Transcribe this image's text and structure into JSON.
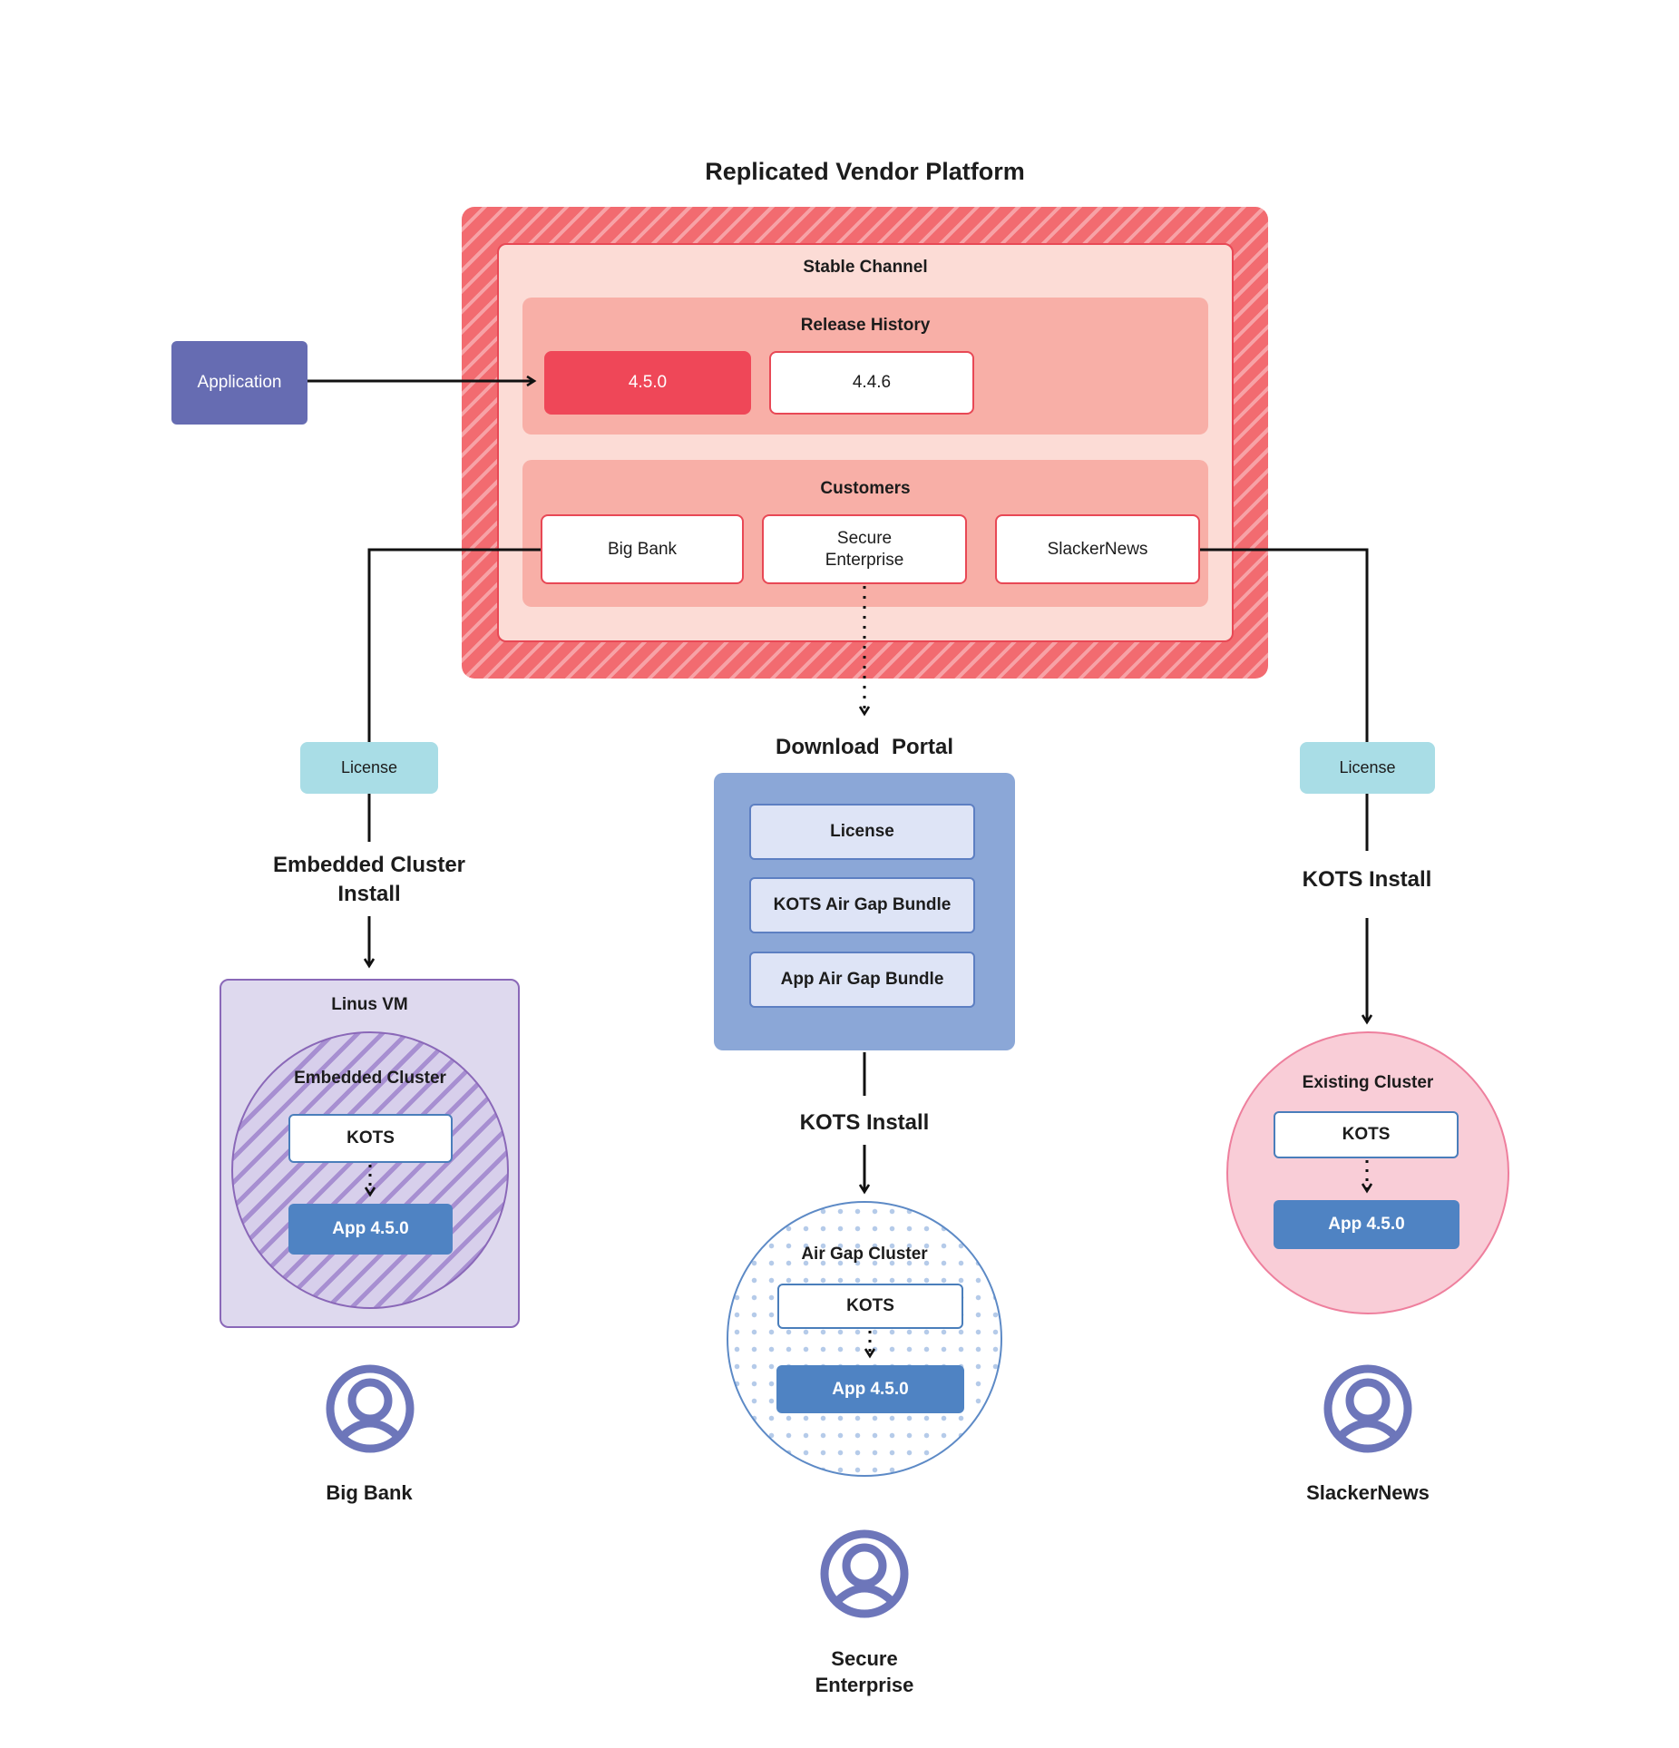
{
  "title": "Replicated Vendor Platform",
  "platform": {
    "stable_channel_label": "Stable Channel",
    "release_history_label": "Release History",
    "releases": [
      {
        "version": "4.5.0"
      },
      {
        "version": "4.4.6"
      }
    ],
    "customers_label": "Customers",
    "customers": [
      "Big Bank",
      "Secure Enterprise",
      "SlackerNews"
    ]
  },
  "application_label": "Application",
  "download_portal": {
    "title": "Download  Portal",
    "items": [
      "License",
      "KOTS Air Gap Bundle",
      "App Air Gap Bundle"
    ]
  },
  "left_flow": {
    "license_label": "License",
    "install_label": "Embedded Cluster Install",
    "vm_label": "Linus VM",
    "cluster_label": "Embedded Cluster",
    "kots_label": "KOTS",
    "app_label": "App 4.5.0",
    "persona_label": "Big Bank"
  },
  "middle_flow": {
    "install_label": "KOTS Install",
    "cluster_label": "Air Gap Cluster",
    "kots_label": "KOTS",
    "app_label": "App 4.5.0",
    "persona_label": "Secure Enterprise"
  },
  "right_flow": {
    "license_label": "License",
    "install_label": "KOTS Install",
    "cluster_label": "Existing Cluster",
    "kots_label": "KOTS",
    "app_label": "App 4.5.0",
    "persona_label": "SlackerNews"
  },
  "colors": {
    "platform_hatch_base": "#f26b70",
    "platform_hatch_stripe": "#f7a2a6",
    "stable_channel_fill": "#fcdcd6",
    "panel_fill": "#f8afa7",
    "red_border": "#e84855",
    "current_release_fill": "#ef4758",
    "application_fill": "#666cb2",
    "license_fill": "#a9dde6",
    "portal_fill": "#8ba7d7",
    "portal_item_fill": "#dee4f6",
    "portal_item_border": "#5d7fc2",
    "vm_fill": "#ded9ee",
    "purple_border": "#8a68b8",
    "purple_hatch": "#a78fd1",
    "airgap_border": "#5d8ac6",
    "airgap_dot": "#b5cbe9",
    "existing_fill": "#f9cdd7",
    "existing_border": "#ee7f9d",
    "app_node_fill": "#4f83c3",
    "kots_border": "#4a7ebb",
    "persona_icon": "#6d76ba",
    "connector": "#111111"
  }
}
